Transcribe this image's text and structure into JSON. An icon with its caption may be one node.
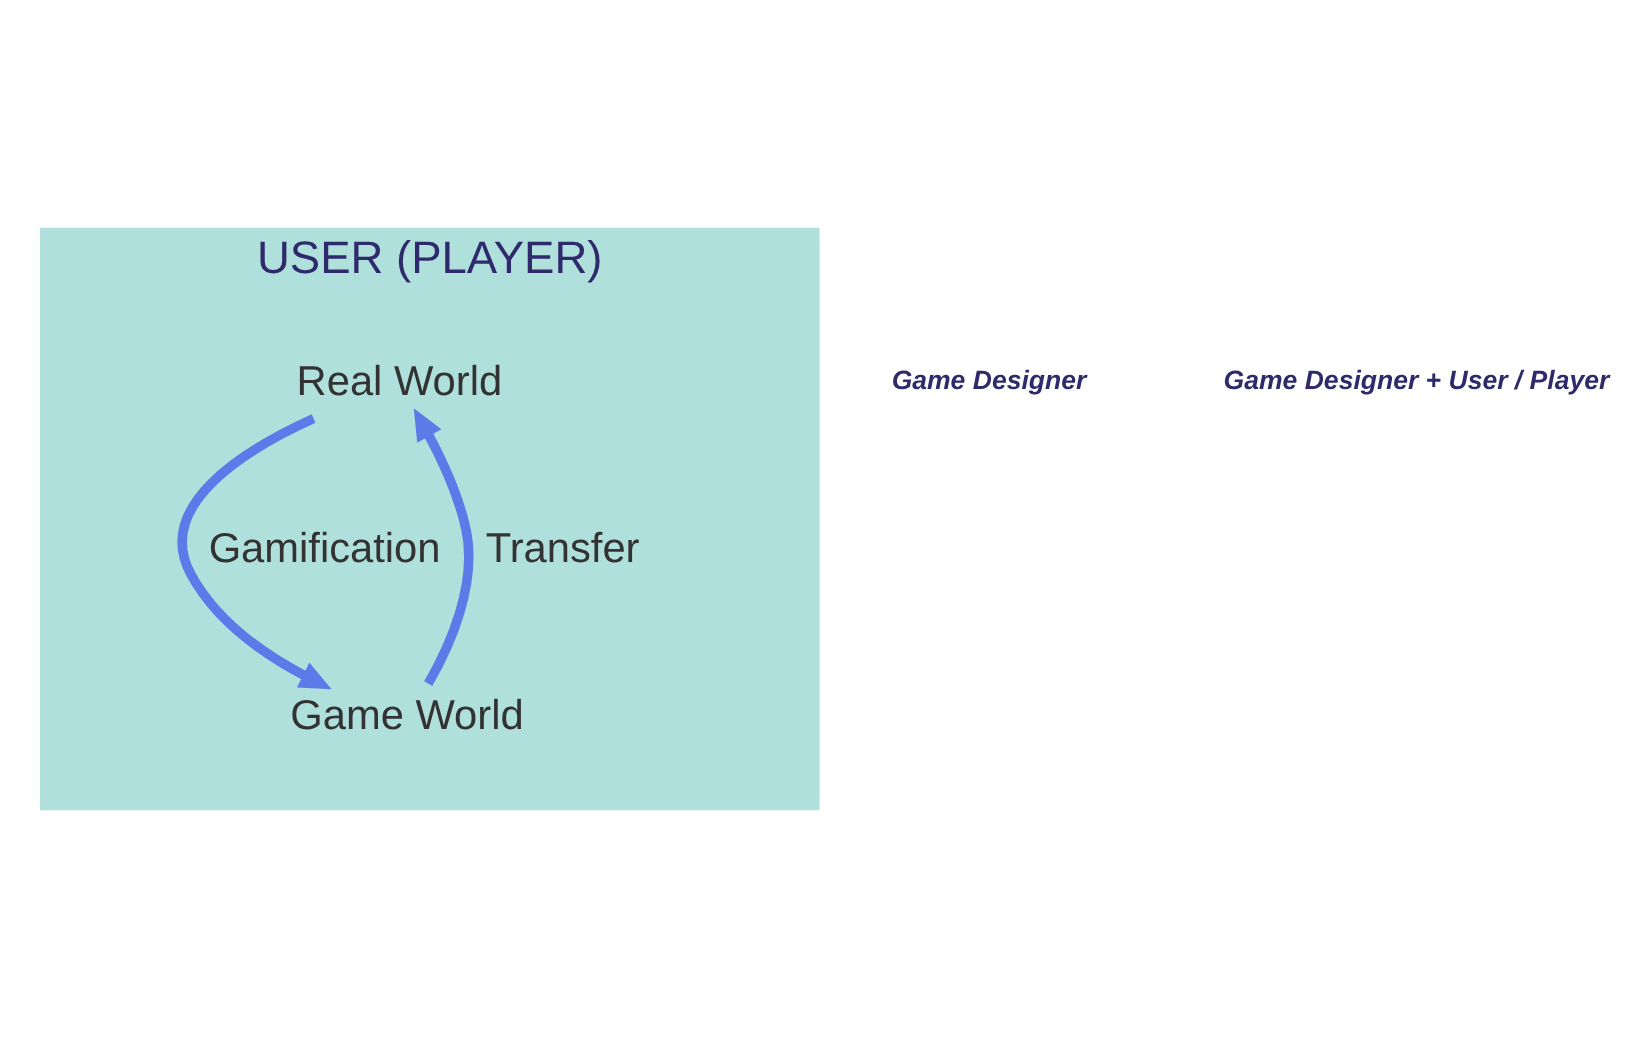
{
  "diagram": {
    "nodes": [
      {
        "text": [
          "USER (PLAYER)"
        ]
      },
      {
        "text": [
          "Real World"
        ],
        "in": 0
      },
      {
        "text": [
          "Game World"
        ],
        "in": 0
      }
    ],
    "edges": [
      {
        "from": 1,
        "to": 2,
        "arrow": "to",
        "label": "Gamification"
      },
      {
        "from": 2,
        "to": 1,
        "arrow": "to",
        "label": "Transfer"
      }
    ],
    "labels": [
      "Game Designer",
      "Game Designer + User / Player"
    ]
  }
}
